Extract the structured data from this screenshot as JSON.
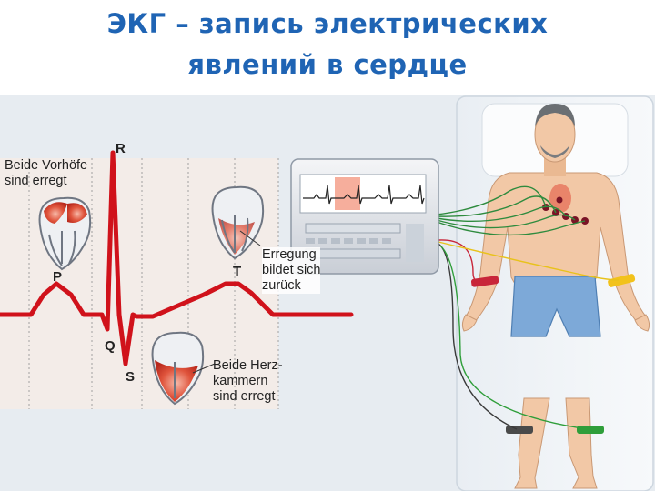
{
  "title": {
    "line1": "ЭКГ – запись электрических",
    "line2": "явлений в сердце"
  },
  "labels": {
    "atria": [
      "Beide Vorhöfe",
      "sind erregt"
    ],
    "recovery": [
      "Erregung",
      "bildet sich",
      "zurück"
    ],
    "ventricles": [
      "Beide Herz-",
      "kammern",
      "sind erregt"
    ]
  },
  "waves": {
    "p": "P",
    "q": "Q",
    "r": "R",
    "s": "S",
    "t": "T"
  },
  "colors": {
    "title": "#1f64b4",
    "ecg_trace": "#d0121b",
    "panel_bg": "#e7ecf1",
    "grid_bg": "#f3ece8",
    "skin": "#f2c8a6",
    "shorts": "#7da9d8"
  },
  "icons": [
    "heart-atria-icon",
    "heart-recovery-icon",
    "heart-ventricles-icon",
    "ecg-monitor-icon",
    "patient-figure-icon"
  ]
}
